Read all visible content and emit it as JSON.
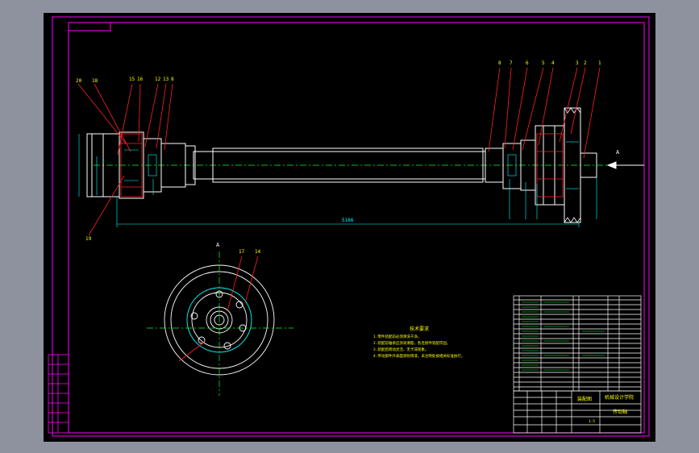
{
  "drawing": {
    "part_numbers_left": [
      "20",
      "18",
      "15",
      "16",
      "12",
      "13",
      "8"
    ],
    "part_numbers_right": [
      "8",
      "7",
      "6",
      "5",
      "4",
      "3",
      "2",
      "1"
    ],
    "part_number_bottom": "19",
    "part_numbers_section": [
      "17",
      "14"
    ],
    "section_mark_right": "A",
    "section_view_label": "A",
    "overall_length_dim": "5166"
  },
  "tech_notes": {
    "title": "技术要求",
    "lines": [
      "1.零件装配前必须清洗干净。",
      "2.装配前轴承应涂润滑脂，各连接件装配牢固。",
      "3.装配后转动灵活，无卡滞现象。",
      "4.传动部件外表面涂防锈漆，未注明处按相关标准执行。"
    ]
  },
  "title_block": {
    "assembly_name": "装配图",
    "company": "机械设计学院",
    "drawing_name": "传动轴",
    "scale": "1:5"
  },
  "colors": {
    "background": "#000000",
    "frame": "#ff00ff",
    "geometry": "#ffffff",
    "leader": "#ff2020",
    "center": "#00ff33",
    "dimension": "#00ffff",
    "text": "#ffff00"
  }
}
